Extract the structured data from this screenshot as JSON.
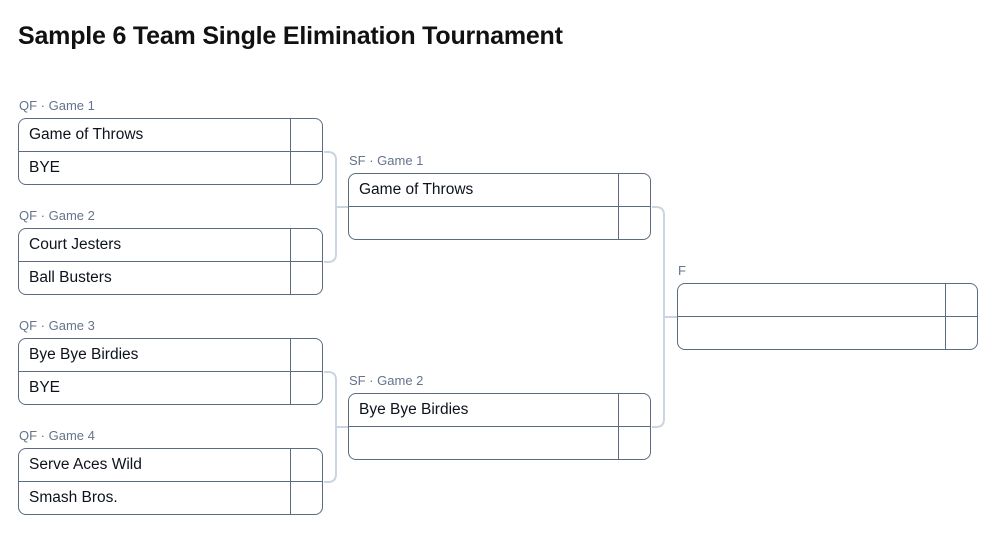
{
  "page": {
    "title": "Sample 6 Team Single Elimination Tournament"
  },
  "colors": {
    "bg": "#ffffff",
    "title_text": "#111111",
    "box_border": "#5c6b80",
    "connector": "#cbd5e1",
    "round_label": "#64748b",
    "team_text": "#0d121c"
  },
  "matches": {
    "qf1": {
      "label": "QF · Game 1",
      "top_team": "Game of Throws",
      "bottom_team": "BYE",
      "top_score": "",
      "bottom_score": ""
    },
    "qf2": {
      "label": "QF · Game 2",
      "top_team": "Court Jesters",
      "bottom_team": "Ball Busters",
      "top_score": "",
      "bottom_score": ""
    },
    "qf3": {
      "label": "QF · Game 3",
      "top_team": "Bye Bye Birdies",
      "bottom_team": "BYE",
      "top_score": "",
      "bottom_score": ""
    },
    "qf4": {
      "label": "QF · Game 4",
      "top_team": "Serve Aces Wild",
      "bottom_team": "Smash Bros.",
      "top_score": "",
      "bottom_score": ""
    },
    "sf1": {
      "label": "SF · Game 1",
      "top_team": "Game of Throws",
      "bottom_team": "",
      "top_score": "",
      "bottom_score": ""
    },
    "sf2": {
      "label": "SF · Game 2",
      "top_team": "Bye Bye Birdies",
      "bottom_team": "",
      "top_score": "",
      "bottom_score": ""
    },
    "f": {
      "label": "F",
      "top_team": "",
      "bottom_team": "",
      "top_score": "",
      "bottom_score": ""
    }
  }
}
